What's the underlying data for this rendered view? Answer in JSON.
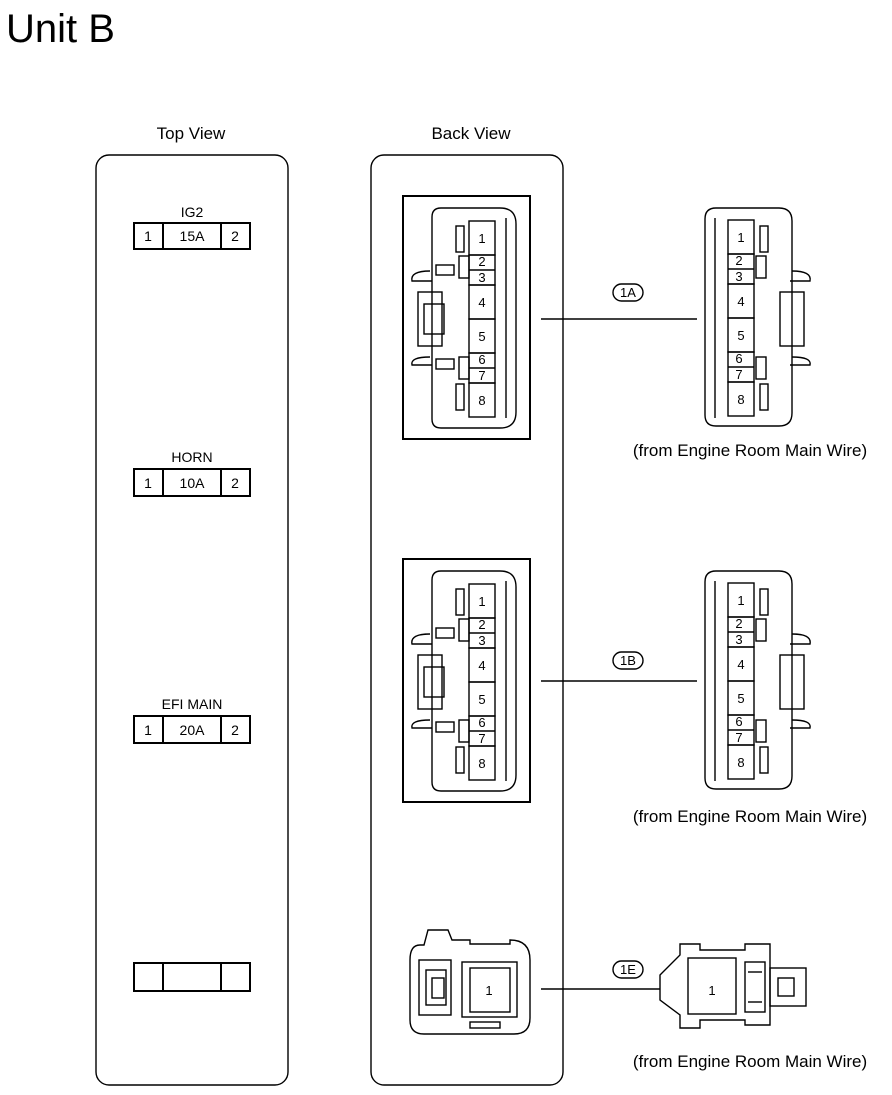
{
  "title": "Unit B",
  "panels": {
    "top_view": "Top View",
    "back_view": "Back View"
  },
  "fuses": [
    {
      "name": "IG2",
      "left_terminal": "1",
      "rating": "15A",
      "right_terminal": "2"
    },
    {
      "name": "HORN",
      "left_terminal": "1",
      "rating": "10A",
      "right_terminal": "2"
    },
    {
      "name": "EFI MAIN",
      "left_terminal": "1",
      "rating": "20A",
      "right_terminal": "2"
    },
    {
      "name": "",
      "left_terminal": "",
      "rating": "",
      "right_terminal": ""
    }
  ],
  "connectors": [
    {
      "id": "1A",
      "pins": [
        "1",
        "2",
        "3",
        "4",
        "5",
        "6",
        "7",
        "8"
      ],
      "source": "(from Engine Room Main Wire)"
    },
    {
      "id": "1B",
      "pins": [
        "1",
        "2",
        "3",
        "4",
        "5",
        "6",
        "7",
        "8"
      ],
      "source": "(from Engine Room Main Wire)"
    },
    {
      "id": "1E",
      "pins": [
        "1"
      ],
      "source": "(from Engine Room Main Wire)"
    }
  ]
}
